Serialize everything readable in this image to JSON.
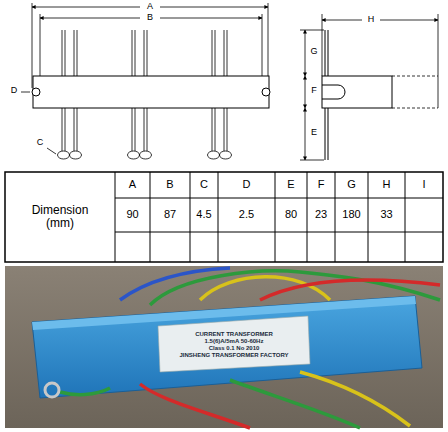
{
  "diagram": {
    "labels": [
      "A",
      "B",
      "D",
      "C",
      "G",
      "F",
      "E",
      "H",
      "A",
      "B",
      "C",
      "D",
      "E",
      "F",
      "G",
      "H",
      "I",
      "Dimension (mm)",
      "90",
      "87",
      "4.5",
      "2.5",
      "80",
      "23",
      "180",
      "33",
      "CURRENT TRANSFORMER",
      "1.5(6)A/5mA 50-60Hz",
      "Class 0.1 No 2010",
      "JINSHENG TRANSFORMER FACTORY"
    ]
  }
}
